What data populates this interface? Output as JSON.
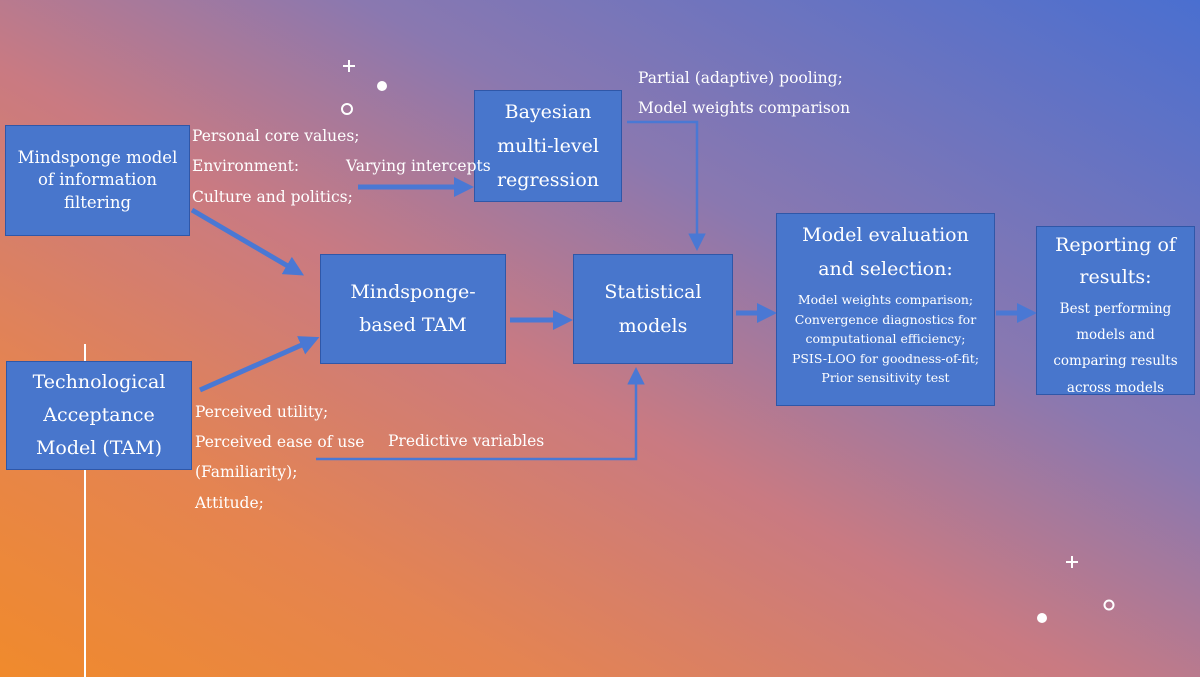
{
  "boxes": {
    "mindsponge_filter": "Mindsponge model of information filtering",
    "tam": "Technological Acceptance Model (TAM)",
    "mindsponge_tam": "Mindsponge-based TAM",
    "bayesian": "Bayesian multi-level regression",
    "statistical": "Statistical models",
    "evaluation_title": "Model evaluation and selection:",
    "evaluation_body": "Model weights comparison; Convergence diagnostics for computational efficiency; PSIS-LOO for goodness-of-fit; Prior sensitivity test",
    "reporting_title": "Reporting of results:",
    "reporting_body": "Best performing models and comparing results across models"
  },
  "labels": {
    "personal_core_values": "Personal core values;",
    "environment": "Environment:",
    "culture_politics": "Culture and politics;",
    "varying_intercepts": "Varying intercepts",
    "partial_pooling": "Partial (adaptive) pooling;",
    "model_weights_comparison": "Model weights comparison",
    "perceived_utility": "Perceived utility;",
    "perceived_ease": "Perceived ease of use",
    "familiarity": "(Familiarity);",
    "attitude": "Attitude;",
    "predictive_variables": "Predictive variables"
  },
  "colors": {
    "box_fill": "#4876cc",
    "arrow": "#4a78d4"
  }
}
